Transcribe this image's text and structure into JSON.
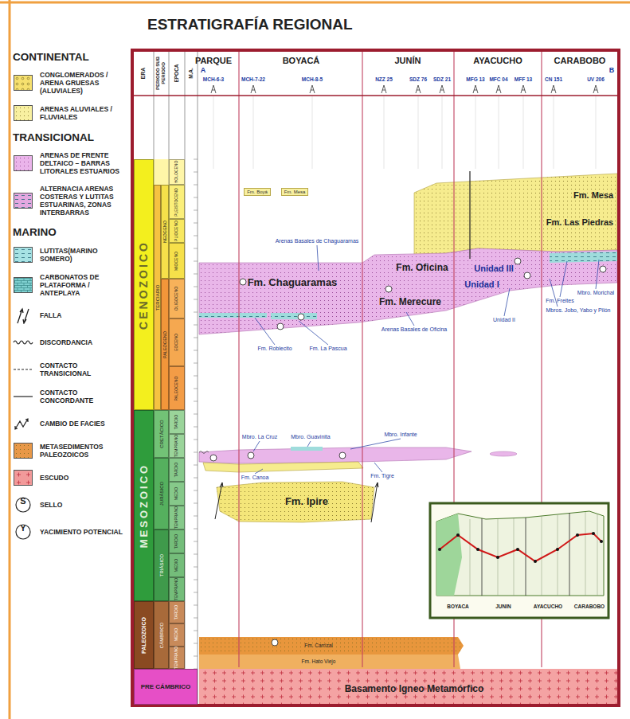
{
  "diagram": {
    "title": "ESTRATIGRAFÍA REGIONAL",
    "nodes": [
      {
        "text": [
          "CENOZOICO"
        ]
      },
      {
        "text": [
          "MESOZOICO"
        ]
      },
      {
        "text": [
          "PALEOZOICO"
        ]
      },
      {
        "text": [
          "PRE CÁMBRICO"
        ]
      },
      {
        "text": [
          "TERCIARIO"
        ]
      },
      {
        "text": [
          "NEOGENO"
        ]
      },
      {
        "text": [
          "PALEOGENO"
        ]
      },
      {
        "text": [
          "CRETÁCICO"
        ]
      },
      {
        "text": [
          "JURÁSICO"
        ]
      },
      {
        "text": [
          "TRIÁSICO"
        ]
      },
      {
        "text": [
          "CÁMBRICO"
        ]
      },
      {
        "text": [
          "HOLOCENO"
        ]
      },
      {
        "text": [
          "PLEISTOCENO"
        ]
      },
      {
        "text": [
          "PLIOCENO"
        ]
      },
      {
        "text": [
          "MIOCENO"
        ]
      },
      {
        "text": [
          "OLIGOCENO"
        ]
      },
      {
        "text": [
          "EOCENO"
        ]
      },
      {
        "text": [
          "PALEOCENO"
        ]
      },
      {
        "text": [
          "TARDIO"
        ]
      },
      {
        "text": [
          "TEMPRANO"
        ]
      },
      {
        "text": [
          "TARDIO"
        ]
      },
      {
        "text": [
          "MEDIO"
        ]
      },
      {
        "text": [
          "TEMPRANO"
        ]
      },
      {
        "text": [
          "TARDIO"
        ]
      },
      {
        "text": [
          "MEDIO"
        ]
      },
      {
        "text": [
          "TEMPRANO"
        ]
      },
      {
        "text": [
          "TARDIO"
        ]
      },
      {
        "text": [
          "MEDIO"
        ]
      },
      {
        "text": [
          "TEMPRANO"
        ]
      },
      {
        "text": [
          "Fm. Boyá"
        ]
      },
      {
        "text": [
          "Fm. Mesa"
        ]
      },
      {
        "text": [
          "Fm. Mesa",
          "Fm. Las Piedras"
        ]
      },
      {
        "text": [
          "Fm. Chaguaramas"
        ]
      },
      {
        "text": [
          "Fm. Oficina"
        ]
      },
      {
        "text": [
          "Fm. Merecure"
        ]
      },
      {
        "text": [
          "Unidad III"
        ]
      },
      {
        "text": [
          "Unidad I"
        ]
      },
      {
        "text": [
          "Fm. Ipire"
        ]
      },
      {
        "text": [
          "Fm. Carrizal"
        ]
      },
      {
        "text": [
          "Fm. Hato Viejo"
        ]
      },
      {
        "text": [
          "Basamento Igneo Metamórfico"
        ]
      }
    ],
    "labels": [
      "CONTINENTAL",
      "TRANSICIONAL",
      "MARINO",
      "S",
      "Y",
      "ERA",
      "PERIODO SUB PERIODO",
      "EPOCA",
      "M.A.",
      "PARQUE",
      "BOYACÁ",
      "JUNÍN",
      "AYACUCHO",
      "CARABOBO",
      "A",
      "B",
      "MCH-6-3",
      "MCH-7-22",
      "MCH-8-5",
      "NZZ 25",
      "SDZ 76",
      "SDZ 21",
      "MFG 13",
      "MFC 04",
      "MFF 13",
      "CN 151",
      "UV 206",
      "Arenas Basales de Chaguaramas",
      "Fm. Roblecito",
      "Fm. La Pascua",
      "Arenas Basales de Oficina",
      "Unidad II",
      "Fm. Freites",
      "Mbros. Jobo, Yabo y Pilón",
      "Mbro. Morichal",
      "Mbro. La Cruz",
      "Mbro. Guavinita",
      "Mbro. Infante",
      "Fm. Canoa",
      "Fm. Tigre",
      "BOYACA",
      "JUNIN",
      "AYACUCHO",
      "CARABOBO"
    ],
    "legend": [
      {
        "text": "CONGLOMERADOS / ARENA GRUESAS (ALUVIALES)",
        "color": "#f6e06e"
      },
      {
        "text": "ARENAS ALUVIALES / FLUVIALES",
        "color": "#f8f0a0"
      },
      {
        "text": "ARENAS DE FRENTE DELTAICO – BARRAS LITORALES ESTUARIOS",
        "color": "#eab4ea"
      },
      {
        "text": "ALTERNACIA ARENAS COSTERAS Y LUTITAS ESTUARINAS, ZONAS INTERBARRAS",
        "color": "#e3a8e0"
      },
      {
        "text": "LUTITAS(MARINO SOMERO)",
        "color": "#a6e2e4"
      },
      {
        "text": "CARBONATOS DE PLATAFORMA / ANTEPLAYA",
        "color": "#7fd0d0"
      },
      {
        "text": "FALLA"
      },
      {
        "text": "DISCORDANCIA"
      },
      {
        "text": "CONTACTO TRANSICIONAL"
      },
      {
        "text": "CONTACTO CONCORDANTE"
      },
      {
        "text": "CAMBIO DE FACIES"
      },
      {
        "text": "METASEDIMENTOS PALEOZOICOS",
        "color": "#e89848"
      },
      {
        "text": "ESCUDO",
        "color": "#f29a9a"
      },
      {
        "text": "SELLO"
      },
      {
        "text": "YACIMIENTO POTENCIAL"
      }
    ]
  }
}
